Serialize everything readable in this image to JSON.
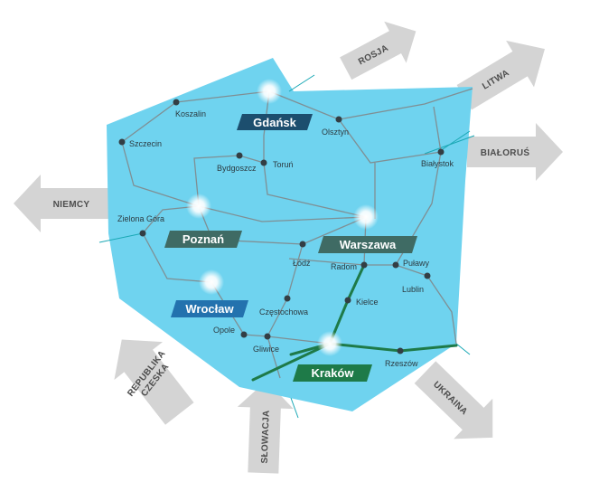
{
  "neighbors": {
    "rosja": "ROSJA",
    "litwa": "LITWA",
    "bialorus": "BIAŁORUŚ",
    "ukraina": "UKRAINA",
    "slowacja": "SŁOWACJA",
    "czechy_line1": "REPUBLIKA",
    "czechy_line2": "CZESKA",
    "niemcy": "NIEMCY"
  },
  "hubs": {
    "gdansk": "Gdańsk",
    "poznan": "Poznań",
    "warszawa": "Warszawa",
    "wroclaw": "Wrocław",
    "krakow": "Kraków"
  },
  "cities": {
    "koszalin": "Koszalin",
    "szczecin": "Szczecin",
    "olsztyn": "Olsztyn",
    "bydgoszcz": "Bydgoszcz",
    "torun": "Toruń",
    "bialystok": "Białystok",
    "zielona_gora": "Zielona Góra",
    "lodz": "Łódź",
    "radom": "Radom",
    "pulawy": "Puławy",
    "lublin": "Lublin",
    "kielce": "Kielce",
    "czestochowa": "Częstochowa",
    "opole": "Opole",
    "gliwice": "Gliwice",
    "rzeszow": "Rzeszów"
  },
  "colors": {
    "territory": "#6fd3ef",
    "hub_tag_dark": "#1c4e6e",
    "hub_tag_blue": "#2372ae",
    "hub_tag_green": "#1e7a48",
    "hub_tag_gray": "#3f6b64",
    "arrow_gray": "#d4d4d4"
  }
}
